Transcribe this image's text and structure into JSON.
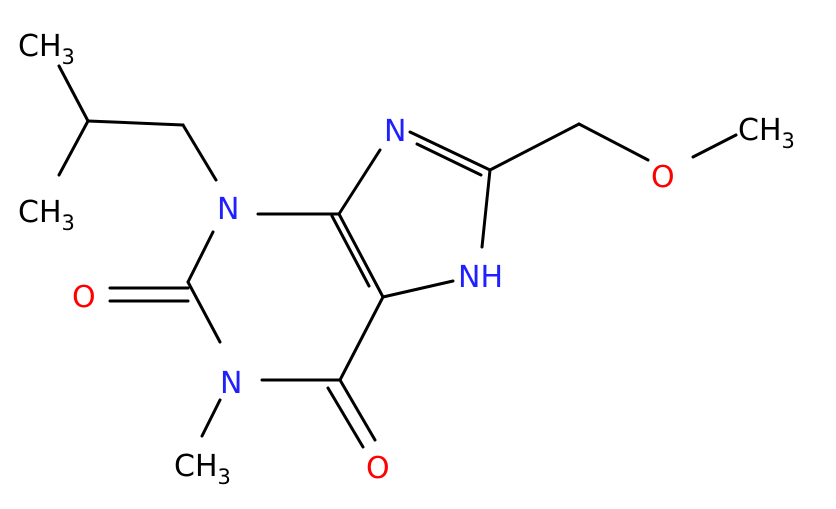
{
  "colors": {
    "carbon": "#000000",
    "nitrogen": "#2020ff",
    "oxygen": "#ff0000",
    "background": "#ffffff"
  },
  "molecule": {
    "atoms": [
      {
        "id": "n_ring_left",
        "symbol": "N",
        "sub": "",
        "color": "nitrogen"
      },
      {
        "id": "n_bottom",
        "symbol": "N",
        "sub": "",
        "color": "nitrogen"
      },
      {
        "id": "n_imidazole",
        "symbol": "N",
        "sub": "",
        "color": "nitrogen"
      },
      {
        "id": "nh",
        "symbol": "NH",
        "sub": "",
        "color": "nitrogen"
      },
      {
        "id": "o_left",
        "symbol": "O",
        "sub": "",
        "color": "oxygen"
      },
      {
        "id": "o_bottom",
        "symbol": "O",
        "sub": "",
        "color": "oxygen"
      },
      {
        "id": "o_ether",
        "symbol": "O",
        "sub": "",
        "color": "oxygen"
      },
      {
        "id": "ch3_top",
        "symbol": "CH",
        "sub": "3",
        "color": "carbon"
      },
      {
        "id": "ch3_mid",
        "symbol": "CH",
        "sub": "3",
        "color": "carbon"
      },
      {
        "id": "ch3_n",
        "symbol": "CH",
        "sub": "3",
        "color": "carbon"
      },
      {
        "id": "ch3_ether",
        "symbol": "CH",
        "sub": "3",
        "color": "carbon"
      }
    ]
  }
}
